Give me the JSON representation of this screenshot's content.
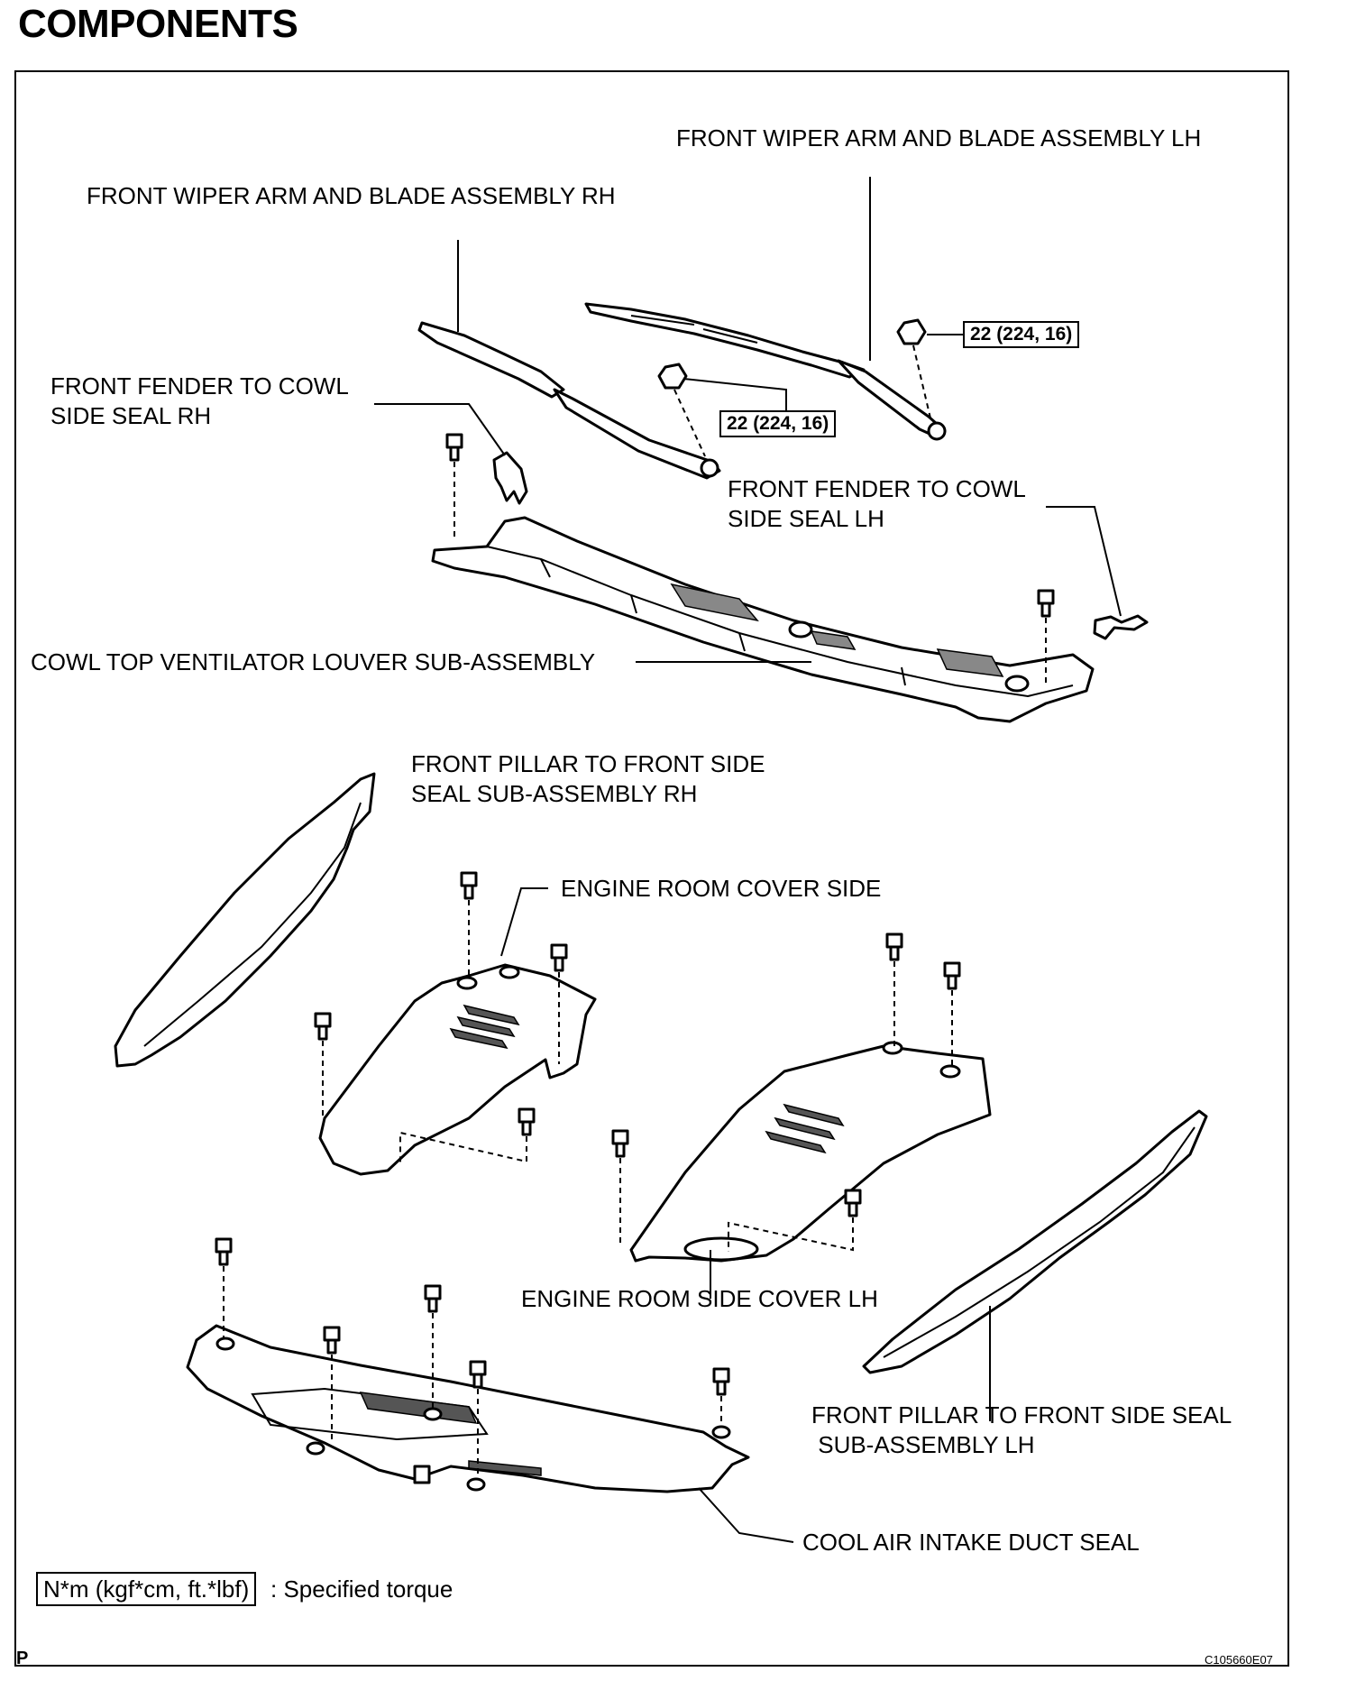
{
  "title": "COMPONENTS",
  "labels": {
    "wiper_lh": "FRONT WIPER ARM AND BLADE ASSEMBLY LH",
    "wiper_rh": "FRONT WIPER ARM AND BLADE ASSEMBLY RH",
    "fender_seal_rh_1": "FRONT FENDER TO COWL",
    "fender_seal_rh_2": "SIDE SEAL RH",
    "fender_seal_lh_1": "FRONT FENDER TO COWL",
    "fender_seal_lh_2": "SIDE SEAL LH",
    "cowl_louver": "COWL TOP VENTILATOR LOUVER SUB-ASSEMBLY",
    "pillar_seal_rh_1": "FRONT PILLAR TO FRONT SIDE",
    "pillar_seal_rh_2": "SEAL SUB-ASSEMBLY RH",
    "engine_cover_side": "ENGINE ROOM COVER SIDE",
    "engine_cover_lh": "ENGINE ROOM SIDE COVER LH",
    "pillar_seal_lh_1": "FRONT PILLAR TO FRONT SIDE SEAL",
    "pillar_seal_lh_2": " SUB-ASSEMBLY LH",
    "cool_air_duct": "COOL AIR INTAKE DUCT SEAL"
  },
  "torque": {
    "lh_nut": "22 (224, 16)",
    "rh_nut": "22 (224, 16)"
  },
  "legend": {
    "box": "N*m (kgf*cm, ft.*lbf)",
    "text": ": Specified torque"
  },
  "footer": {
    "page_letter": "P",
    "figure_id": "C105660E07"
  }
}
